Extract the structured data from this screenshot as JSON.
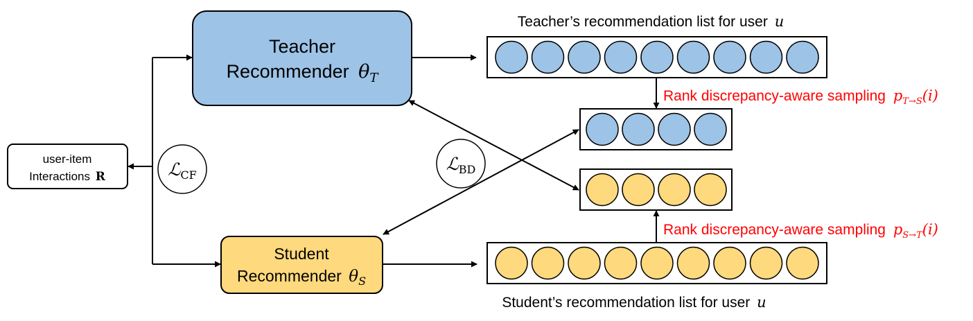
{
  "colors": {
    "teacher_fill": "#9dc3e6",
    "student_fill": "#ffd97d",
    "stroke": "#000000",
    "sampling_text": "#ff0000"
  },
  "teacher": {
    "line1": "Teacher",
    "line2": "Recommender",
    "param_symbol": "θ",
    "param_sub": "T"
  },
  "student": {
    "line1": "Student",
    "line2": "Recommender",
    "param_symbol": "θ",
    "param_sub": "S"
  },
  "interactions": {
    "line1": "user-item",
    "line2": "Interactions",
    "symbol": "R"
  },
  "loss_cf": {
    "symbol": "ℒ",
    "sub": "CF"
  },
  "loss_bd": {
    "symbol": "ℒ",
    "sub": "BD"
  },
  "teacher_list": {
    "label": "Teacher’s recommendation list for user",
    "user": "u",
    "item_count": 9
  },
  "student_list": {
    "label": "Student’s recommendation list for user",
    "user": "u",
    "item_count": 9
  },
  "sampled_teacher_items": {
    "item_count": 4
  },
  "sampled_student_items": {
    "item_count": 4
  },
  "sampling_t_to_s": {
    "label": "Rank discrepancy-aware sampling",
    "func": "p",
    "sub": "T→S",
    "arg": "(i)"
  },
  "sampling_s_to_t": {
    "label": "Rank discrepancy-aware sampling",
    "func": "p",
    "sub": "S→T",
    "arg": "(i)"
  }
}
